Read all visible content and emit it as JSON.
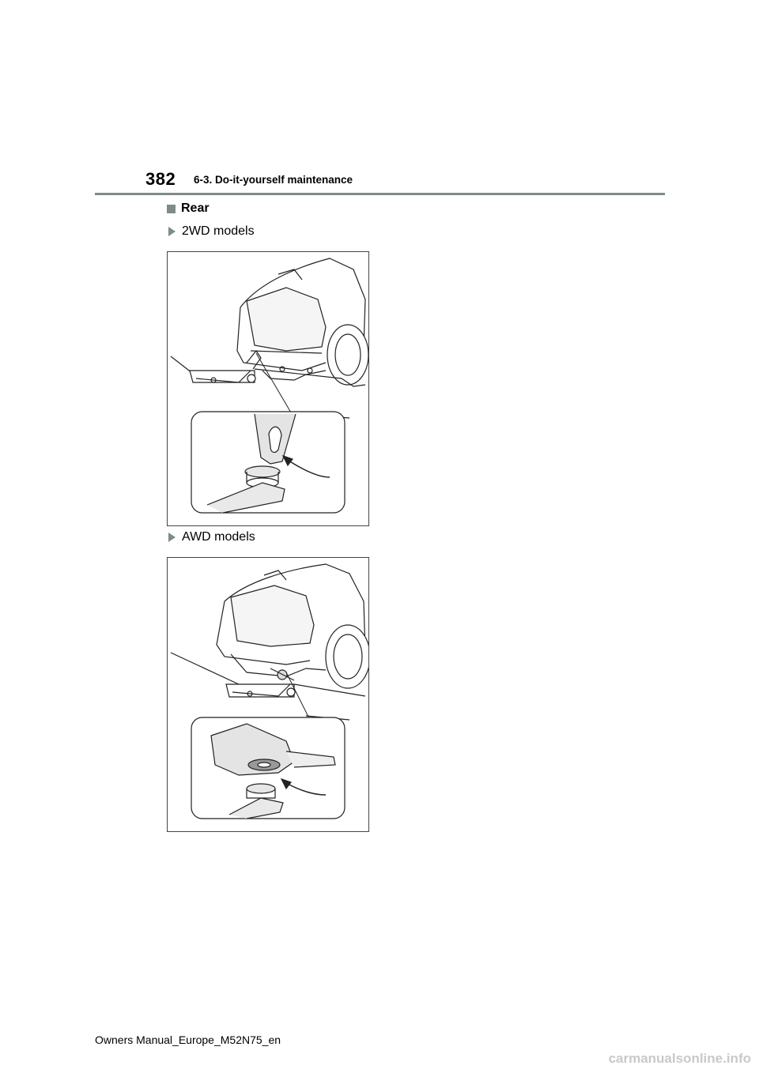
{
  "header": {
    "page_number": "382",
    "section": "6-3. Do-it-yourself maintenance"
  },
  "content": {
    "heading": "Rear",
    "items": [
      {
        "label": "2WD models"
      },
      {
        "label": "AWD models"
      }
    ]
  },
  "footer": {
    "text": "Owners Manual_Europe_M52N75_en"
  },
  "watermark": {
    "text": "carmanualsonline.info"
  },
  "colors": {
    "accent": "#7d8c88"
  }
}
